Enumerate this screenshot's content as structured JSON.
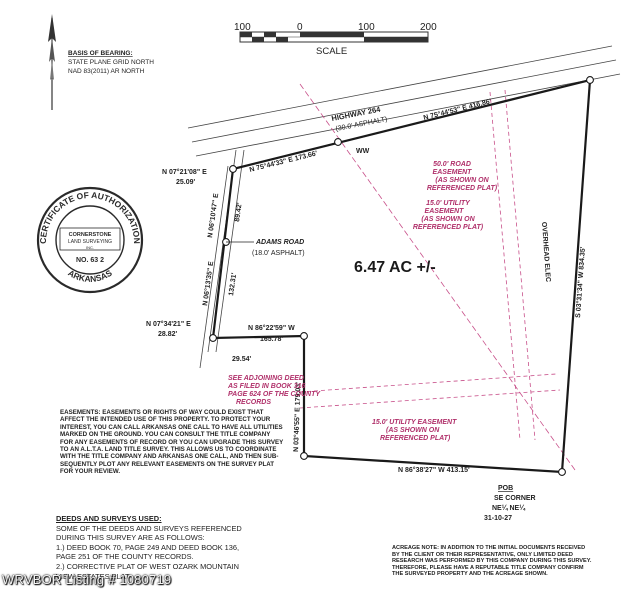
{
  "scale": {
    "ticks": [
      "100",
      "0",
      "100",
      "200"
    ],
    "label": "SCALE"
  },
  "basis_of_bearing": {
    "title": "BASIS OF BEARING:",
    "lines": [
      "STATE PLANE GRID NORTH",
      "NAD 83(2011) AR NORTH"
    ]
  },
  "seal": {
    "top": "CERTIFICATE OF AUTHORIZATION",
    "bottom": "ARKANSAS",
    "inner_lines": [
      "CORNERSTONE",
      "LAND SURVEYING",
      "INC."
    ],
    "number": "NO. 63 2"
  },
  "highway": {
    "name": "HIGHWAY 264",
    "surface": "(30.0' ASPHALT)"
  },
  "road": {
    "name": "ADAMS ROAD",
    "surface": "(18.0' ASPHALT)"
  },
  "area_label": "6.47 AC +/-",
  "bearings": {
    "north_line": "N 75°44'53\" E 416.86'",
    "north_short": "N 75°44'33\" E 173.66'",
    "nw_corner": "N 07°21'08\" E",
    "nw_corner_dist": "25.09'",
    "west_upper": "N 06°10'47\" E",
    "west_upper_dist": "89.42'",
    "west_mid": "N 06°13'35\" E",
    "west_mid_dist": "132.31'",
    "sw_corner": "N 07°34'21\" E",
    "sw_corner_dist": "28.82'",
    "jog": "N 86°22'59\" W",
    "jog_dist": "165.78'",
    "jog_small": "29.54'",
    "interior_west": "N 03°46'55\" E 179.03'",
    "east_line": "S 03°31'34\" W 834.35'",
    "south_line": "N 86°38'27\" W 413.15'"
  },
  "easements": {
    "road": [
      "50.0' ROAD",
      "EASEMENT",
      "(AS SHOWN ON",
      "REFERENCED PLAT)"
    ],
    "utility_north": [
      "15.0' UTILITY",
      "EASEMENT",
      "(AS SHOWN ON",
      "REFERENCED PLAT)"
    ],
    "adjoining": [
      "SEE ADJOINING DEED",
      "AS FILED IN BOOK 316",
      "PAGE 624 OF THE COUNTY",
      "RECORDS"
    ],
    "utility_south": [
      "15.0' UTILITY EASEMENT",
      "(AS SHOWN ON",
      "REFERENCED PLAT)"
    ],
    "ww": "WW",
    "overhead": "OVERHEAD ELEC"
  },
  "pob": {
    "label": "POB",
    "lines": [
      "SE CORNER",
      "NE¼ NE¼",
      "31-10-27"
    ]
  },
  "notes": {
    "easements": [
      "EASEMENTS: EASEMENTS OR RIGHTS OF WAY COULD EXIST THAT",
      "AFFECT THE INTENDED USE OF THIS PROPERTY. TO PROTECT YOUR",
      "INTEREST, YOU CAN CALL ARKANSAS ONE CALL TO HAVE ALL UTILITIES",
      "MARKED ON THE GROUND. YOU CAN CONSULT THE TITLE COMPANY",
      "FOR ANY EASEMENTS OF RECORD OR YOU CAN UPGRADE THIS SURVEY",
      "TO AN A.L.T.A. LAND TITLE SURVEY. THIS ALLOWS US TO COORDINATE",
      "WITH THE TITLE COMPANY AND ARKANSAS ONE CALL, AND THEN SUB-",
      "SEQUENTLY PLOT ANY RELEVANT EASEMENTS ON THE SURVEY PLAT",
      "FOR YOUR REVIEW."
    ],
    "deeds_title": "DEEDS AND SURVEYS USED:",
    "deeds": [
      "SOME OF THE DEEDS AND SURVEYS REFERENCED",
      "DURING THIS SURVEY ARE AS FOLLOWS:",
      "1.) DEED BOOK 70, PAGE 249 AND DEED BOOK 136,",
      "PAGE 251 OF THE COUNTY RECORDS.",
      "2.) CORRECTIVE PLAT OF WEST OZARK MOUNTAIN",
      "VIEW ESTATES PLAT"
    ],
    "acreage": [
      "ACREAGE NOTE: IN ADDITION TO THE INITIAL DOCUMENTS RECEIVED",
      "BY THE CLIENT OR THEIR REPRESENTATIVE, ONLY LIMITED DEED",
      "RESEARCH WAS PERFORMED BY THIS COMPANY DURING THIS SURVEY.",
      "THEREFORE, PLEASE HAVE A REPUTABLE TITLE COMPANY CONFIRM",
      "THE SURVEYED PROPERTY AND THE ACREAGE SHOWN."
    ]
  },
  "watermark": "WRVBOR Listing # 1080719"
}
